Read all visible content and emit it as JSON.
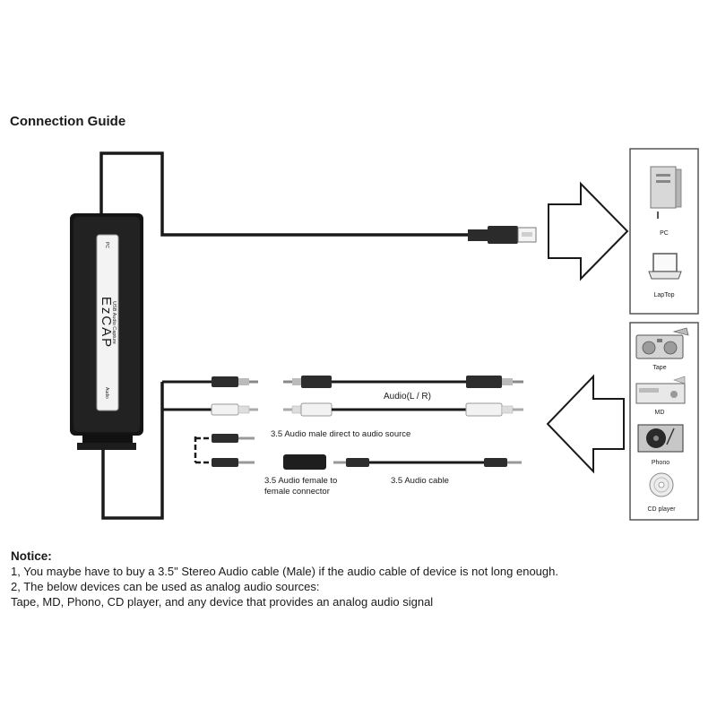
{
  "title": "Connection Guide",
  "device": {
    "brand": "EzCAP",
    "subtitle": "USB Audio Capture",
    "top_label": "PC",
    "bottom_label": "Audio"
  },
  "connections": {
    "rca_label": "Audio(L / R)",
    "direct_label": "3.5 Audio male direct to audio source",
    "adapter_label_line1": "3.5 Audio female to",
    "adapter_label_line2": "female connector",
    "cable_label": "3.5 Audio cable"
  },
  "computers": [
    "PC",
    "LapTop"
  ],
  "sources": [
    "Tape",
    "MD",
    "Phono",
    "CD player"
  ],
  "notice": {
    "title": "Notice:",
    "line1": "1, You maybe have to buy a 3.5\" Stereo Audio cable (Male) if the audio cable of device is not long enough.",
    "line2": "2, The below devices can be used as analog audio sources:",
    "line3": "Tape, MD, Phono, CD player, and any device that provides an analog audio signal"
  }
}
